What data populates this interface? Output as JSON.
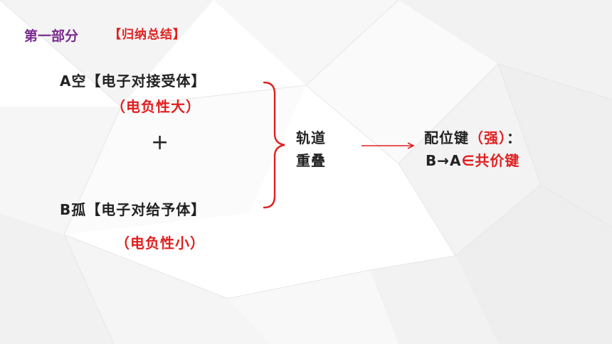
{
  "section": {
    "label": "第一部分",
    "tag": "【归纳总结】"
  },
  "acceptor": {
    "text": "A空【电子对接受体】",
    "note": "（电负性大）"
  },
  "plus": "+",
  "donor": {
    "text": "B孤【电子对给予体】",
    "note": "（电负性小）"
  },
  "orbital": {
    "line1": "轨道",
    "line2": "重叠"
  },
  "bond": {
    "title": "配位键",
    "strength": "（强）",
    "colon": "：",
    "formula_prefix": "B→A",
    "formula_suffix": "∈共价键"
  },
  "colors": {
    "section": "#7b2b8e",
    "accent": "#e02020",
    "text": "#222222",
    "arrow": "#e02020"
  }
}
